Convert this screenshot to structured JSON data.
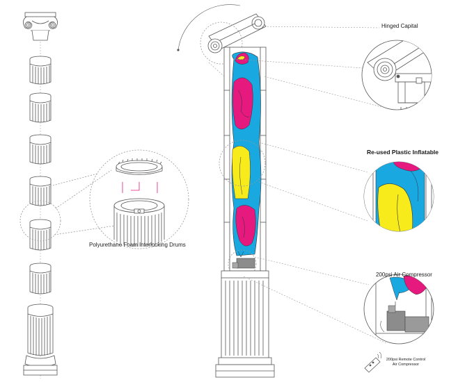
{
  "labels": {
    "hinged_capital": "Hinged Capital",
    "plastic_inflatable": "Re-used Plastic Inflatable",
    "air_compressor": "200psi Air Compressor",
    "foam_drums": "Polyurethane Foam Interlocking Drums",
    "remote_control_line1": "200psi Remote Control",
    "remote_control_line2": "Air Compressor"
  },
  "colors": {
    "cyan": "#19a8e0",
    "magenta": "#e6197e",
    "yellow": "#f7eb1c",
    "line": "#555555",
    "dashed": "#9a9a9a",
    "compressor": "#8c8c8c"
  }
}
